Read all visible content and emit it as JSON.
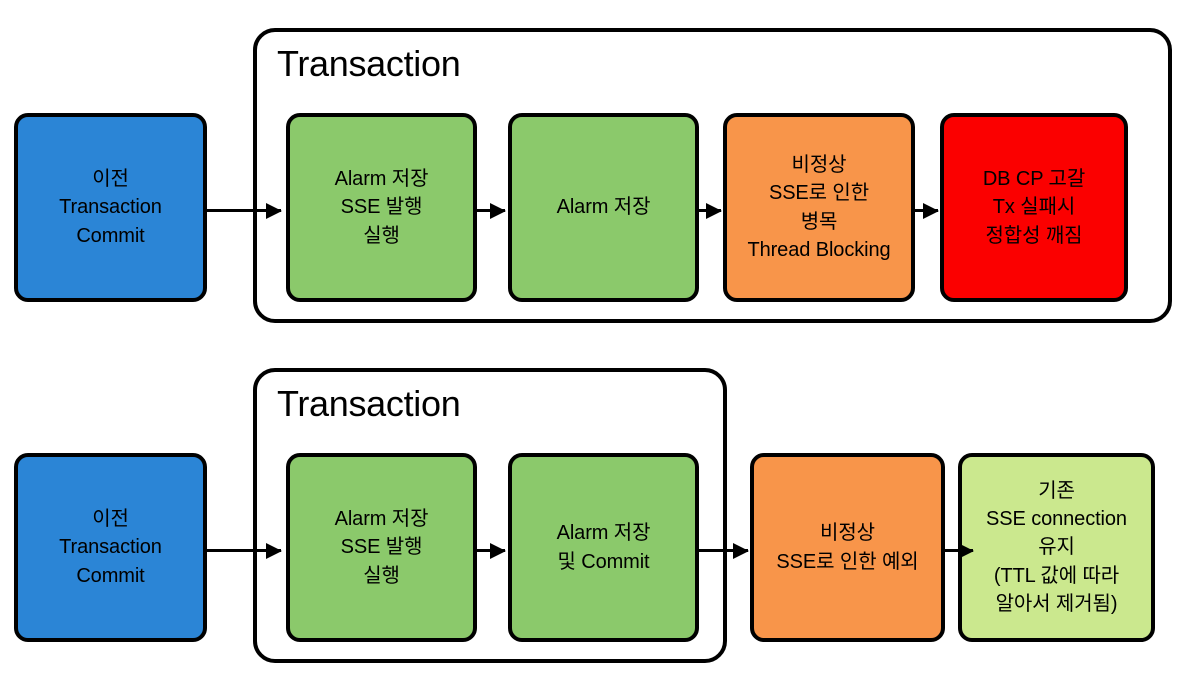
{
  "diagram": {
    "title": "Transaction flow comparison diagram",
    "colors": {
      "blue": "#2b85d6",
      "green": "#8bc96b",
      "orange": "#f8954a",
      "red": "#fb0000",
      "light_green": "#cbe88e",
      "stroke": "#000000",
      "background": "#ffffff"
    },
    "rows": [
      {
        "id": "row-problem",
        "start_node": {
          "id": "prev-tx-commit-top",
          "label": "이전\nTransaction\nCommit",
          "color": "blue"
        },
        "group": {
          "id": "transaction-group-top",
          "title": "Transaction"
        },
        "nodes": [
          {
            "id": "alarm-save-sse-publish-top",
            "label": "Alarm 저장\nSSE 발행\n실행",
            "color": "green",
            "in_group": true
          },
          {
            "id": "alarm-save-top",
            "label": "Alarm 저장",
            "color": "green",
            "in_group": true
          },
          {
            "id": "abnormal-sse-bottleneck",
            "label": "비정상\nSSE로 인한\n병목\nThread Blocking",
            "color": "orange",
            "in_group": true
          },
          {
            "id": "db-cp-exhaustion",
            "label": "DB CP 고갈\nTx 실패시\n정합성 깨짐",
            "color": "red",
            "in_group": true
          }
        ]
      },
      {
        "id": "row-solution",
        "start_node": {
          "id": "prev-tx-commit-bottom",
          "label": "이전\nTransaction\nCommit",
          "color": "blue"
        },
        "group": {
          "id": "transaction-group-bottom",
          "title": "Transaction"
        },
        "nodes": [
          {
            "id": "alarm-save-sse-publish-bottom",
            "label": "Alarm 저장\nSSE 발행\n실행",
            "color": "green",
            "in_group": true
          },
          {
            "id": "alarm-save-and-commit",
            "label": "Alarm 저장\n및 Commit",
            "color": "green",
            "in_group": true
          },
          {
            "id": "abnormal-sse-exception",
            "label": "비정상\nSSE로 인한 예외",
            "color": "orange",
            "in_group": false
          },
          {
            "id": "existing-sse-connection-kept",
            "label": "기존\nSSE connection\n유지\n(TTL 값에 따라\n알아서 제거됨)",
            "color": "light_green",
            "in_group": false
          }
        ]
      }
    ],
    "arrows": [
      {
        "id": "arrow-top-1",
        "from": "prev-tx-commit-top",
        "to": "alarm-save-sse-publish-top"
      },
      {
        "id": "arrow-top-2",
        "from": "alarm-save-sse-publish-top",
        "to": "alarm-save-top"
      },
      {
        "id": "arrow-top-3",
        "from": "alarm-save-top",
        "to": "abnormal-sse-bottleneck"
      },
      {
        "id": "arrow-top-4",
        "from": "abnormal-sse-bottleneck",
        "to": "db-cp-exhaustion"
      },
      {
        "id": "arrow-bottom-1",
        "from": "prev-tx-commit-bottom",
        "to": "alarm-save-sse-publish-bottom"
      },
      {
        "id": "arrow-bottom-2",
        "from": "alarm-save-sse-publish-bottom",
        "to": "alarm-save-and-commit"
      },
      {
        "id": "arrow-bottom-3",
        "from": "alarm-save-and-commit",
        "to": "abnormal-sse-exception"
      },
      {
        "id": "arrow-bottom-4",
        "from": "abnormal-sse-exception",
        "to": "existing-sse-connection-kept"
      }
    ]
  }
}
